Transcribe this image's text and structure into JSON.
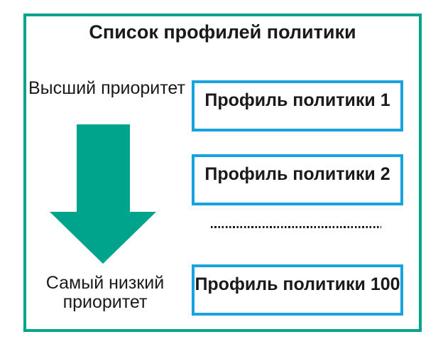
{
  "diagram": {
    "title": "Список профилей политики",
    "highest_priority_label": "Высший приоритет",
    "lowest_priority_label": "Самый низкий\nприоритет",
    "arrow_icon": "arrow-down-icon",
    "profiles": [
      {
        "label": "Профиль политики 1"
      },
      {
        "label": "Профиль политики 2"
      },
      {
        "label": "Профиль политики 100"
      }
    ],
    "separator": "dotted-line",
    "colors": {
      "outer_border_teal": "#00a48c",
      "arrow_teal": "#00a48c",
      "profile_box_border_blue": "#18a2de",
      "text": "#1a1a1a",
      "background": "#ffffff"
    }
  }
}
